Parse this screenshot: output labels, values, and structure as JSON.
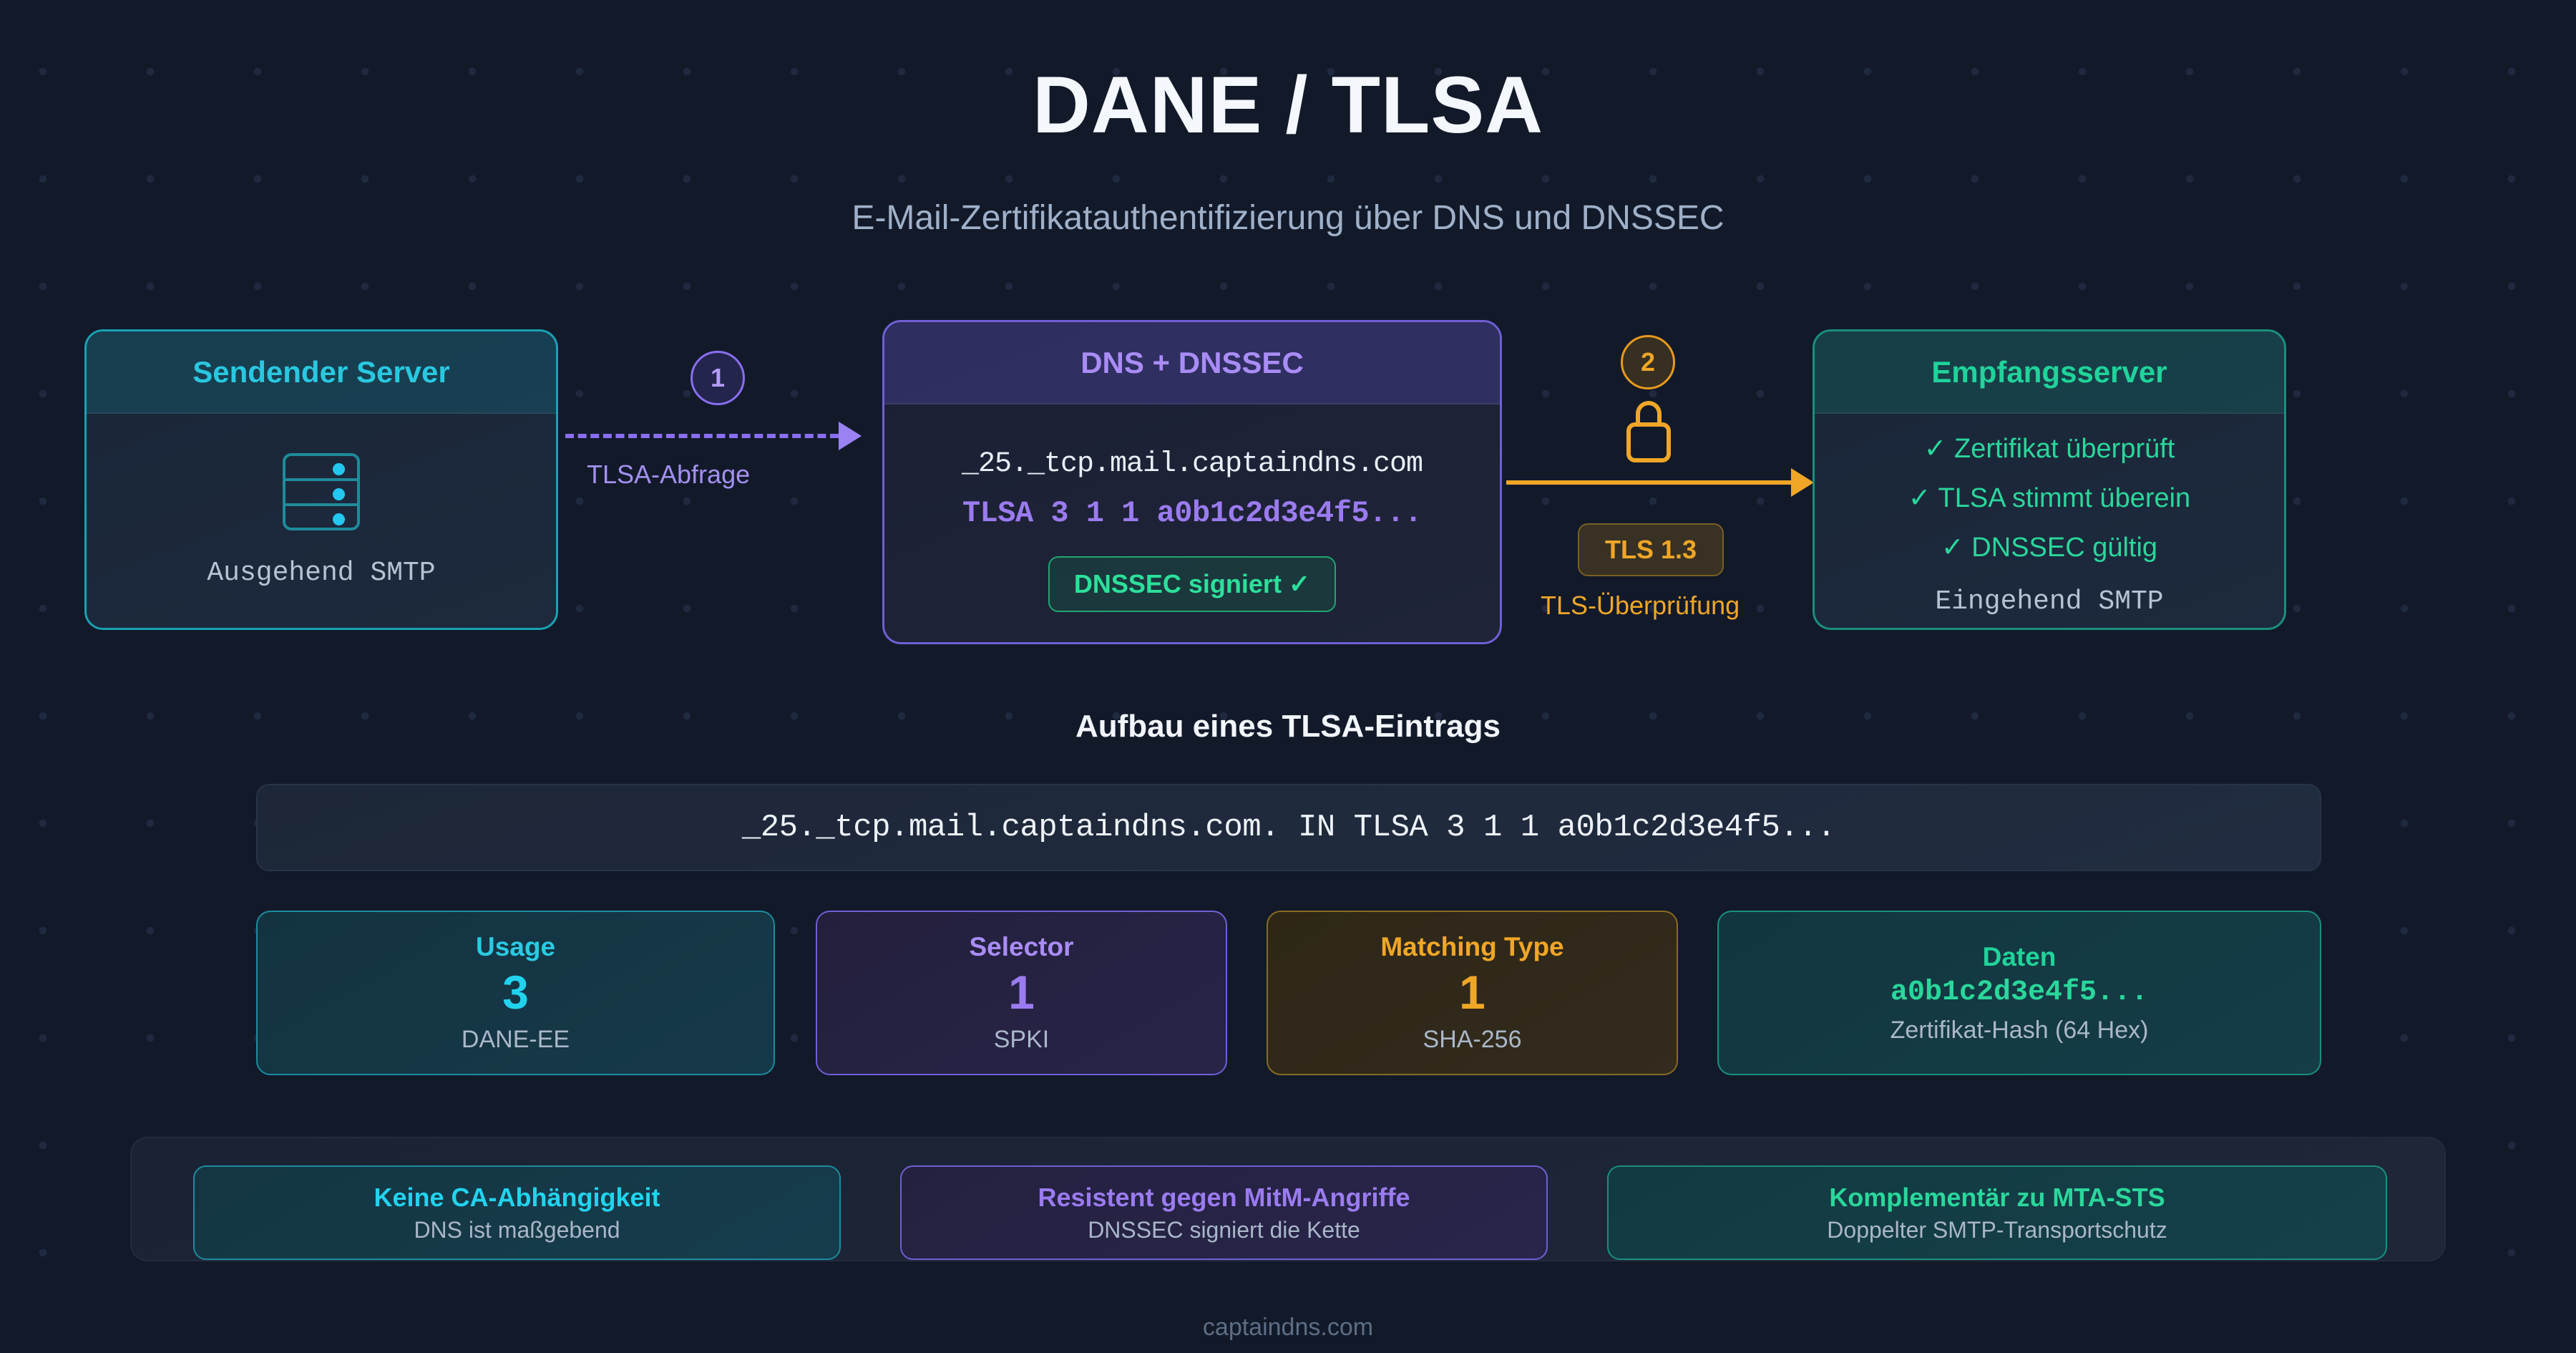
{
  "header": {
    "title": "DANE / TLSA",
    "subtitle": "E-Mail-Zertifikatauthentifizierung über DNS und DNSSEC"
  },
  "flow": {
    "sender": {
      "title": "Sendender Server",
      "icon": "server-rack-icon",
      "caption": "Ausgehend  SMTP"
    },
    "step1": {
      "number": "1",
      "label": "TLSA-Abfrage"
    },
    "dns": {
      "title": "DNS + DNSSEC",
      "query_name": "_25._tcp.mail.captaindns.com",
      "record": "TLSA 3 1 1 a0b1c2d3e4f5...",
      "badge": "DNSSEC signiert ✓"
    },
    "step2": {
      "number": "2",
      "icon": "lock-icon",
      "tls_badge": "TLS 1.3",
      "label": "TLS-Überprüfung"
    },
    "receiver": {
      "title": "Empfangsserver",
      "checks": [
        "✓ Zertifikat überprüft",
        "✓ TLSA stimmt überein",
        "✓ DNSSEC gültig"
      ],
      "caption": "Eingehend  SMTP"
    }
  },
  "record_section": {
    "heading": "Aufbau eines TLSA-Eintrags",
    "record": "_25._tcp.mail.captaindns.com. IN TLSA 3 1 1 a0b1c2d3e4f5...",
    "fields": [
      {
        "title": "Usage",
        "value": "3",
        "desc": "DANE-EE"
      },
      {
        "title": "Selector",
        "value": "1",
        "desc": "SPKI"
      },
      {
        "title": "Matching Type",
        "value": "1",
        "desc": "SHA-256"
      },
      {
        "title": "Daten",
        "value": "a0b1c2d3e4f5...",
        "desc": "Zertifikat-Hash (64 Hex)"
      }
    ]
  },
  "benefits": [
    {
      "title": "Keine CA-Abhängigkeit",
      "sub": "DNS ist maßgebend"
    },
    {
      "title": "Resistent gegen MitM-Angriffe",
      "sub": "DNSSEC signiert die Kette"
    },
    {
      "title": "Komplementär zu MTA-STS",
      "sub": "Doppelter SMTP-Transportschutz"
    }
  ],
  "footer": {
    "text": "captaindns.com"
  },
  "colors": {
    "background": "#121a2a",
    "teal": "#22d3ee",
    "purple": "#9b7bf0",
    "amber": "#f0a627",
    "green": "#2ad79b"
  }
}
